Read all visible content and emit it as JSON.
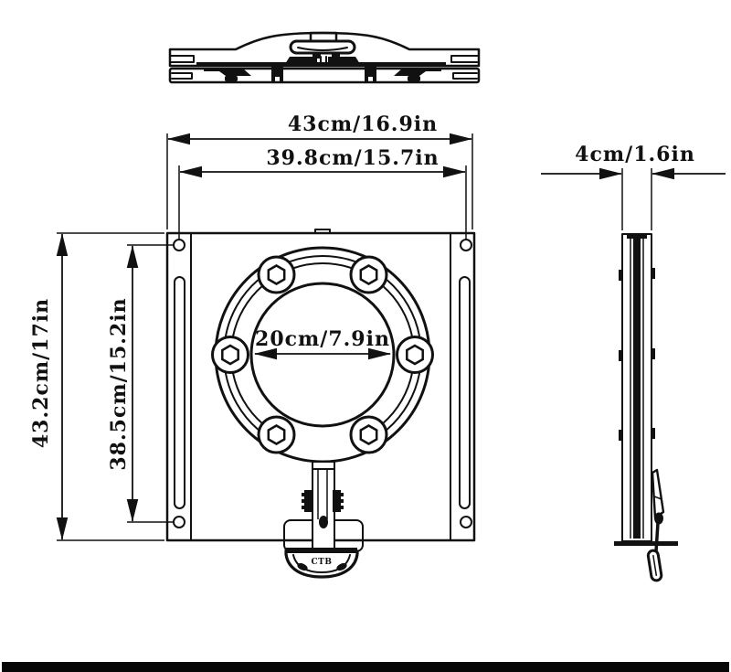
{
  "drawing": {
    "front_view": {
      "overall_width": "43cm/16.9in",
      "hole_spacing_width": "39.8cm/15.7in",
      "overall_height": "43.2cm/17in",
      "hole_spacing_height": "38.5cm/15.2in",
      "circle_diameter": "20cm/7.9in"
    },
    "side_view": {
      "depth": "4cm/1.6in"
    },
    "knob_text": "CTB",
    "colors": {
      "line": "#111111",
      "background": "#ffffff",
      "bottom_bar": "#060606"
    }
  }
}
